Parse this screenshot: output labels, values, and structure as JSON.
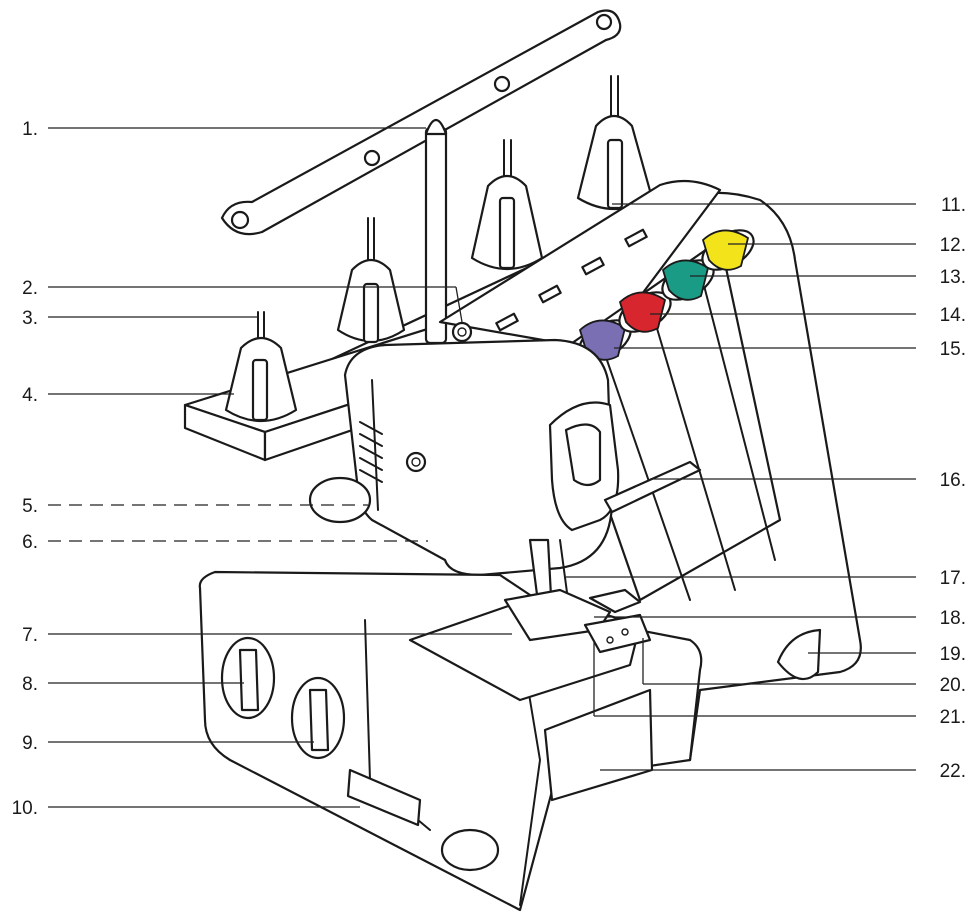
{
  "labels": {
    "left": [
      "1.",
      "2.",
      "3.",
      "4.",
      "5.",
      "6.",
      "7.",
      "8.",
      "9.",
      "10."
    ],
    "right": [
      "11.",
      "12.",
      "13.",
      "14.",
      "15.",
      "16.",
      "17.",
      "18.",
      "19.",
      "20.",
      "21.",
      "22."
    ]
  },
  "colors": {
    "dial_purple": "#7b6fb3",
    "dial_red": "#d7262d",
    "dial_teal": "#1a9b86",
    "dial_yellow": "#f3e31a",
    "outline": "#1a1a1a",
    "background": "#ffffff"
  }
}
